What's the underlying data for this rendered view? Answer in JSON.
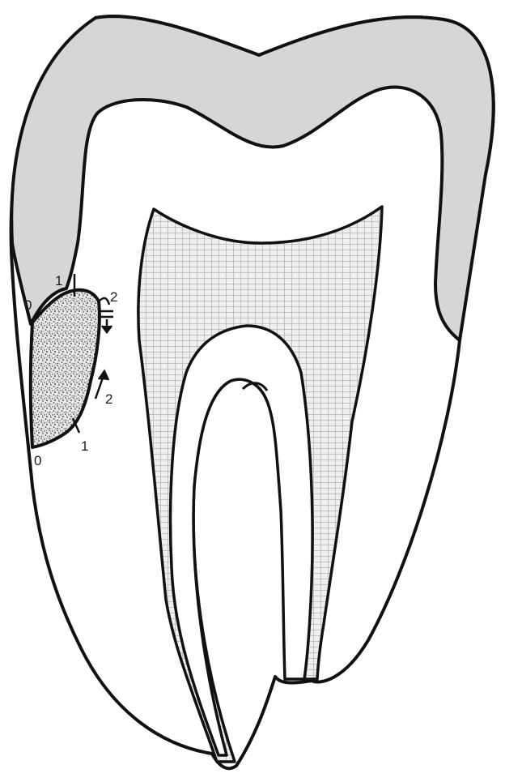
{
  "diagram": {
    "labels": {
      "upper_margin_0": "0",
      "upper_margin_1": "1",
      "upper_margin_2": "2",
      "lower_margin_0": "0",
      "lower_margin_1": "1",
      "lower_margin_2": "2"
    },
    "colors": {
      "outline": "#111111",
      "enamel": "#d6d6d6",
      "dentin": "#ffffff",
      "pulp_fill": "#efefef",
      "pulp_grid": "#b5b5b5",
      "restoration": "#e8e8e8",
      "restoration_speckle": "#222222"
    },
    "regions": [
      "enamel",
      "dentin",
      "pulp-chamber",
      "root-canal",
      "restoration"
    ]
  }
}
